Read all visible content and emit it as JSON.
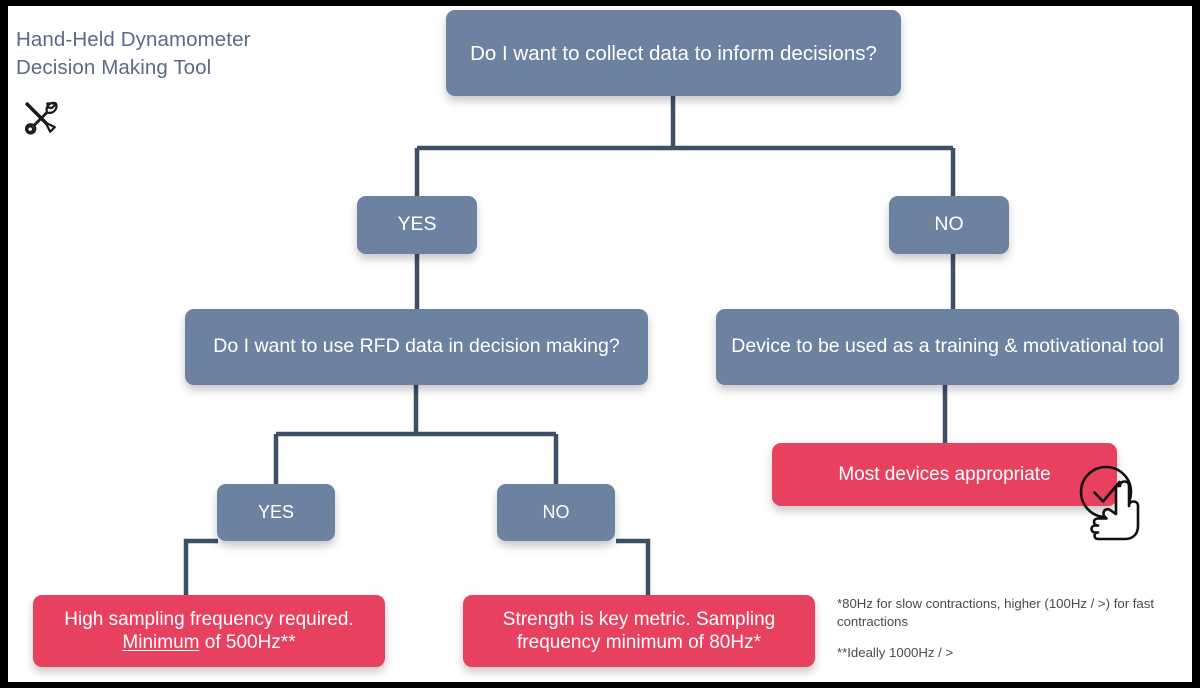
{
  "page": {
    "title_line1": "Hand-Held Dynamometer",
    "title_line2": "Decision Making Tool",
    "background": "#ffffff",
    "frame_color": "#000000"
  },
  "theme": {
    "node_blue": "#6d81a0",
    "node_red": "#e8415f",
    "wire_color": "#3c5068",
    "title_color": "#5b6b85",
    "footnote_color": "#4a4a4a"
  },
  "icons": {
    "tools": "tools-icon",
    "click_hand": "click-hand-check-icon"
  },
  "flow": {
    "root": {
      "id": "q-collect-data",
      "label": "Do I want to collect data to inform decisions?",
      "type": "decision",
      "color": "blue"
    },
    "branch_yes_1": {
      "id": "branch-yes-top",
      "label": "YES",
      "type": "branch",
      "color": "blue"
    },
    "branch_no_1": {
      "id": "branch-no-top",
      "label": "NO",
      "type": "branch",
      "color": "blue"
    },
    "q_rfd": {
      "id": "q-rfd-data",
      "label": "Do I want to use RFD data in decision making?",
      "type": "decision",
      "color": "blue"
    },
    "training_tool": {
      "id": "device-training-tool",
      "label": "Device to be used as a training & motivational tool",
      "type": "statement",
      "color": "blue"
    },
    "branch_yes_2": {
      "id": "branch-yes-rfd",
      "label": "YES",
      "type": "branch",
      "color": "blue"
    },
    "branch_no_2": {
      "id": "branch-no-rfd",
      "label": "NO",
      "type": "branch",
      "color": "blue"
    },
    "outcome_most_devices": {
      "id": "outcome-most-devices",
      "label": "Most devices appropriate",
      "type": "outcome",
      "color": "red"
    },
    "outcome_high_freq": {
      "id": "outcome-high-sampling-frequency",
      "text_before": "High sampling frequency required. ",
      "text_underlined": "Minimum",
      "text_after": " of 500Hz**",
      "type": "outcome",
      "color": "red"
    },
    "outcome_strength": {
      "id": "outcome-strength-key-metric",
      "label": "Strength is key metric. Sampling frequency minimum of 80Hz*",
      "type": "outcome",
      "color": "red"
    }
  },
  "footnotes": {
    "one": "*80Hz for slow contractions, higher (100Hz / >) for fast contractions",
    "two": "**Ideally 1000Hz / >"
  }
}
